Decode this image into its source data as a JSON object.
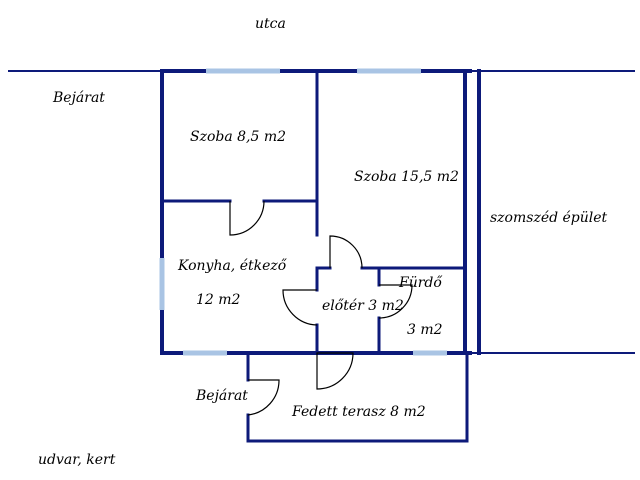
{
  "labels": {
    "street": "utca",
    "entrance_top": "Bejárat",
    "room_small": "Szoba 8,5 m2",
    "room_large": "Szoba 15,5 m2",
    "neighbor": "szomszéd épület",
    "kitchen": "Konyha, étkező",
    "kitchen_area": "12 m2",
    "hall": "előtér 3 m2",
    "bath": "Fürdő",
    "bath_area": "3 m2",
    "entrance_bottom": "Bejárat",
    "terrace": "Fedett terasz 8 m2",
    "yard": "udvar, kert"
  },
  "colors": {
    "wall": "#0d1a7a",
    "window": "#a9c4e4",
    "door_line": "#000000",
    "text": "#000000"
  }
}
